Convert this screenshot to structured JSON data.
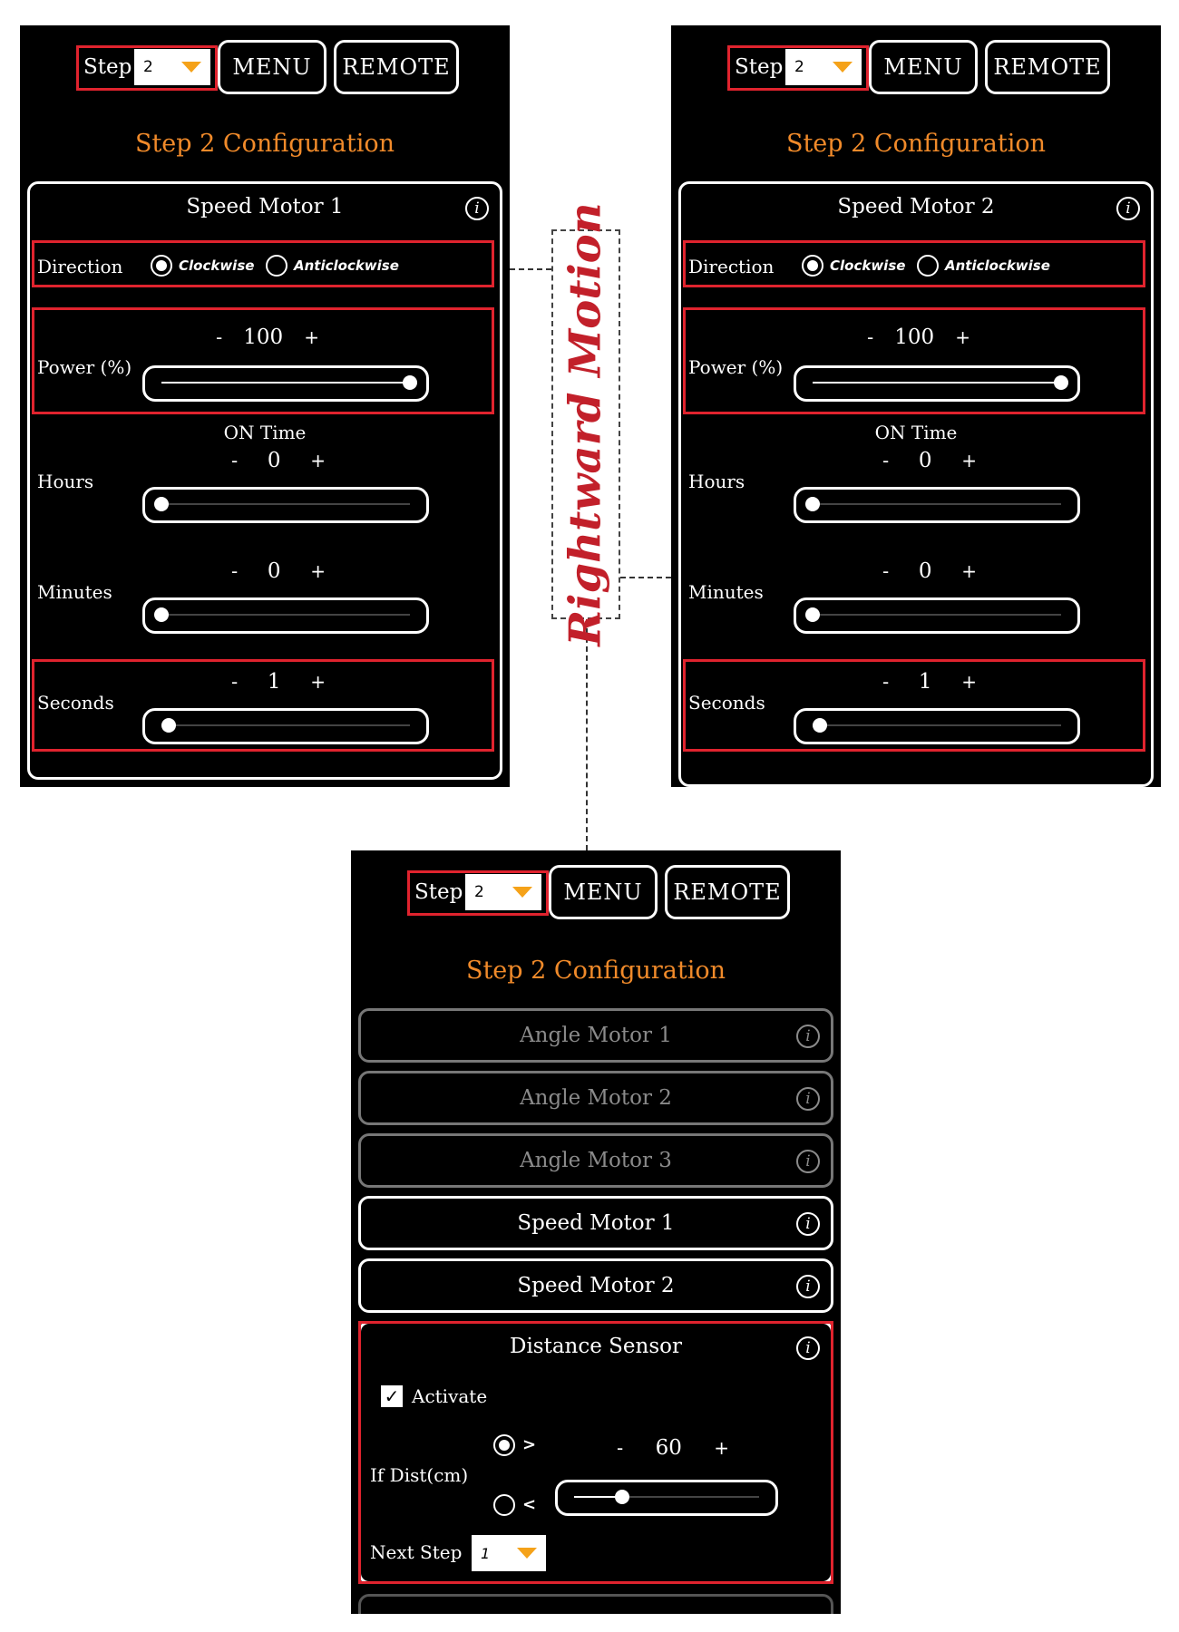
{
  "annotation": {
    "label": "Rightward Motion",
    "highlight_color": "#e0232e",
    "accent_color": "#f08a2a"
  },
  "common": {
    "step_label": "Step",
    "step_value": "2",
    "menu_label": "MENU",
    "remote_label": "REMOTE",
    "config_title": "Step 2 Configuration",
    "info_glyph": "i"
  },
  "speed_motor_1": {
    "title": "Speed Motor 1",
    "direction_label": "Direction",
    "clockwise_label": "Clockwise",
    "anticlockwise_label": "Anticlockwise",
    "selected_direction": "Clockwise",
    "power_label": "Power (%)",
    "power_value": "100",
    "power_fraction": 1.0,
    "on_time_label": "ON Time",
    "hours_label": "Hours",
    "hours_value": "0",
    "minutes_label": "Minutes",
    "minutes_value": "0",
    "seconds_label": "Seconds",
    "seconds_value": "1",
    "minus": "-",
    "plus": "+"
  },
  "speed_motor_2": {
    "title": "Speed Motor 2",
    "direction_label": "Direction",
    "clockwise_label": "Clockwise",
    "anticlockwise_label": "Anticlockwise",
    "selected_direction": "Clockwise",
    "power_label": "Power (%)",
    "power_value": "100",
    "power_fraction": 1.0,
    "on_time_label": "ON Time",
    "hours_label": "Hours",
    "hours_value": "0",
    "minutes_label": "Minutes",
    "minutes_value": "0",
    "seconds_label": "Seconds",
    "seconds_value": "1",
    "minus": "-",
    "plus": "+"
  },
  "overview": {
    "panels": [
      {
        "title": "Angle Motor 1",
        "enabled": false
      },
      {
        "title": "Angle Motor 2",
        "enabled": false
      },
      {
        "title": "Angle Motor 3",
        "enabled": false
      },
      {
        "title": "Speed Motor 1",
        "enabled": true
      },
      {
        "title": "Speed Motor 2",
        "enabled": true
      }
    ],
    "distance_sensor": {
      "title": "Distance Sensor",
      "activate_label": "Activate",
      "activate_checked": true,
      "check_glyph": "✓",
      "if_dist_label": "If Dist(cm)",
      "greater_label": ">",
      "less_label": "<",
      "selected_comparison": ">",
      "distance_value": "60",
      "distance_fraction": 0.26,
      "next_step_label": "Next Step",
      "next_step_value": "1",
      "minus": "-",
      "plus": "+"
    }
  }
}
